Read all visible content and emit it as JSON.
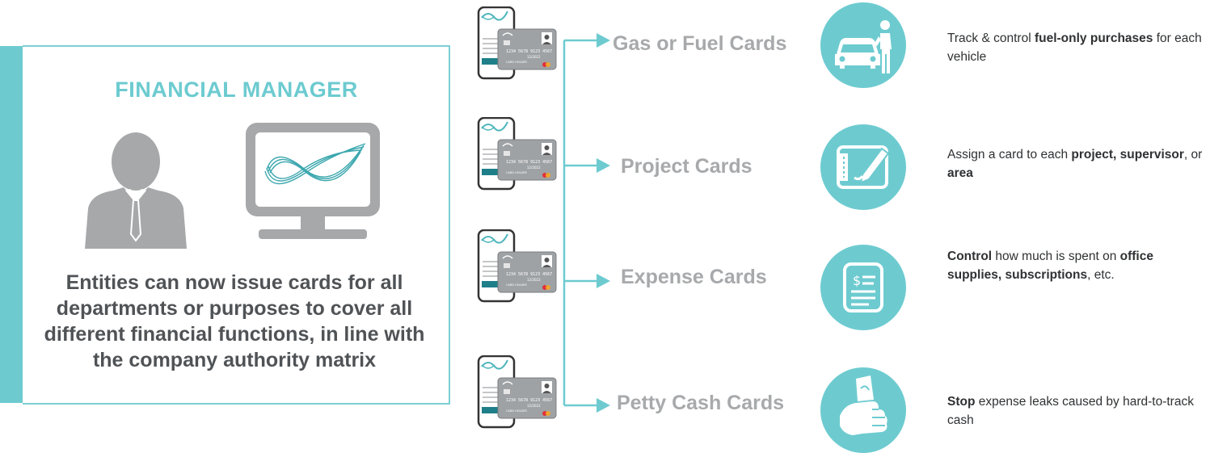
{
  "panel": {
    "title": "FINANCIAL MANAGER",
    "description": "Entities can now issue cards for all departments or purposes to cover all different financial functions, in line with the company authority matrix"
  },
  "card_phone": {
    "card_number": "1234 5678 9123 4567",
    "card_date": "12/2022",
    "card_name": "CARD HOLDER"
  },
  "cards": [
    {
      "label": "Gas or Fuel Cards",
      "icon": "car-fuel-attendant-icon",
      "desc": [
        {
          "t": "Track & control ",
          "b": false
        },
        {
          "t": "fuel-only purchases",
          "b": true
        },
        {
          "t": " for each vehicle",
          "b": false
        }
      ]
    },
    {
      "label": "Project Cards",
      "icon": "tablet-pen-icon",
      "desc": [
        {
          "t": "Assign a card to each ",
          "b": false
        },
        {
          "t": "project, supervisor",
          "b": true
        },
        {
          "t": ", or ",
          "b": false
        },
        {
          "t": "area",
          "b": true
        }
      ]
    },
    {
      "label": "Expense Cards",
      "icon": "invoice-dollar-icon",
      "desc": [
        {
          "t": "Control",
          "b": true
        },
        {
          "t": " how much is spent on ",
          "b": false
        },
        {
          "t": "office supplies, subscriptions",
          "b": true
        },
        {
          "t": ", etc.",
          "b": false
        }
      ]
    },
    {
      "label": "Petty Cash Cards",
      "icon": "hand-cash-icon",
      "desc": [
        {
          "t": "Stop",
          "b": true
        },
        {
          "t": " expense leaks caused by hard-to-track cash",
          "b": false
        }
      ]
    }
  ],
  "colors": {
    "teal": "#6dcbd0",
    "gray_text": "#a7a9ab",
    "dark_text": "#505356"
  }
}
